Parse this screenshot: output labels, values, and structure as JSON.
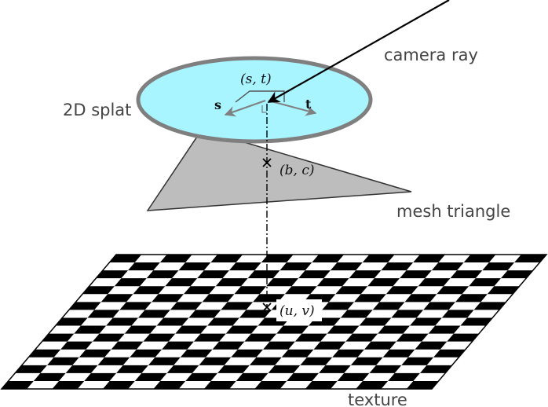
{
  "labels": {
    "camera_ray": "camera ray",
    "splat": "2D splat",
    "mesh_triangle": "mesh triangle",
    "texture": "texture"
  },
  "math": {
    "st": "(s, t)",
    "s_axis": "s",
    "t_axis": "t",
    "bc": "(b, c)",
    "uv": "(u, v)"
  },
  "checkerboard": {
    "rows": 17,
    "cols": 17
  },
  "colors": {
    "splat_fill": "#a8f4ff",
    "splat_stroke": "#7f7f7f",
    "triangle_fill": "#bdbdbd",
    "axis_arrow": "#808080",
    "ray": "#000000"
  }
}
